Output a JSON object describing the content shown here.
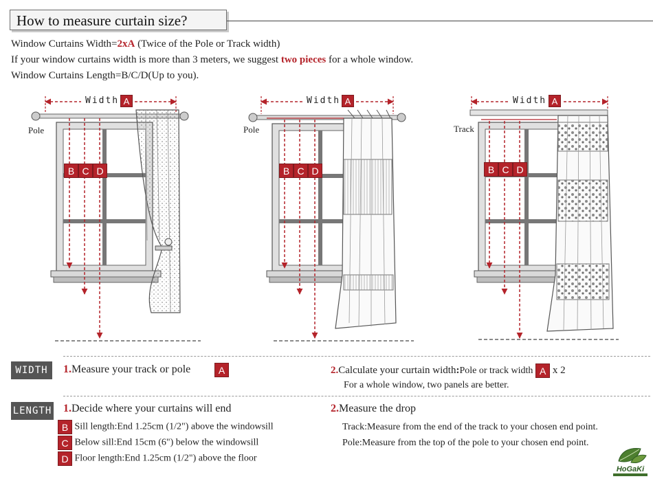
{
  "title": "How to measure  curtain  size?",
  "intro": {
    "line1_pre": "Window Curtains Width=",
    "line1_red": "2xA",
    "line1_post": " (Twice of the Pole or Track width)",
    "line2_pre": "If your window curtains width is more than 3 meters, we suggest ",
    "line2_red": "two pieces",
    "line2_post": " for a whole window.",
    "line3": "Window Curtains Length=B/C/D(Up to you)."
  },
  "illustrations": [
    {
      "mount_label": "Pole",
      "width_label": "Width",
      "width_badge": "A",
      "drop_badges": [
        "B",
        "C",
        "D"
      ]
    },
    {
      "mount_label": "Pole",
      "width_label": "Width",
      "width_badge": "A",
      "drop_badges": [
        "B",
        "C",
        "D"
      ]
    },
    {
      "mount_label": "Track",
      "width_label": "Width",
      "width_badge": "A",
      "drop_badges": [
        "B",
        "C",
        "D"
      ]
    }
  ],
  "width_section": {
    "tag": "WIDTH",
    "step1_num": "1.",
    "step1_text": "Measure your track or pole",
    "step1_badge": "A",
    "step2_num": "2.",
    "step2_text": "Calculate your curtain width",
    "step2_colon": ":",
    "step2_detail": "Pole or track width",
    "step2_badge": "A",
    "step2_times": " x 2",
    "step2_note": "For a whole window, two panels are better."
  },
  "length_section": {
    "tag": "LENGTH",
    "step1_num": "1.",
    "step1_text": "Decide where your curtains will end",
    "options": [
      {
        "badge": "B",
        "text": "Sill length:End 1.25cm (1/2\") above the windowsill"
      },
      {
        "badge": "C",
        "text": "Below sill:End 15cm (6\") below the windowsill"
      },
      {
        "badge": "D",
        "text": "Floor length:End 1.25cm (1/2\") above the floor"
      }
    ],
    "step2_num": "2.",
    "step2_text": "Measure the drop",
    "track_note": "Track:Measure from the end of the track to your chosen end point.",
    "pole_note": "Pole:Measure from the top of the pole to your chosen end point."
  },
  "logo": {
    "brand": "HoGaKi"
  },
  "colors": {
    "accent_red": "#b4232a",
    "tag_gray": "#555555",
    "line_dark": "#444444"
  }
}
